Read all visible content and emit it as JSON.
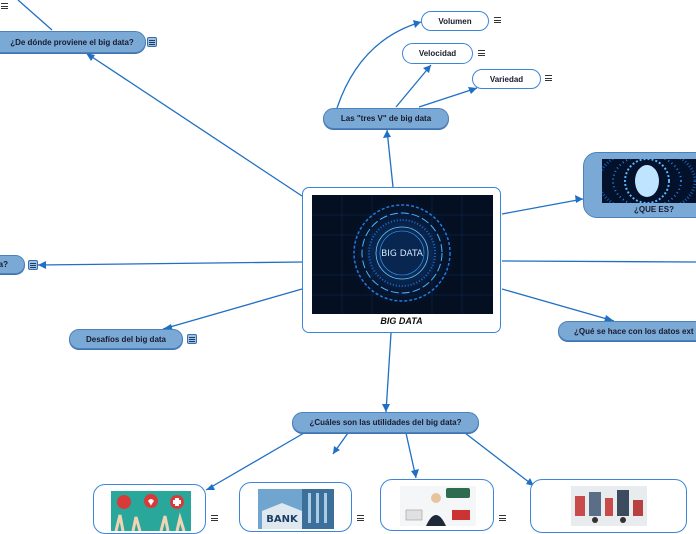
{
  "center": {
    "title": "BIG DATA",
    "image_text": "BIG DATA"
  },
  "nodes": {
    "de_donde": "¿De dónde proviene el big data?",
    "tres_v": "Las \"tres V\" de big data",
    "volumen": "Volumen",
    "velocidad": "Velocidad",
    "variedad": "Variedad",
    "que_es": "¿QUE ES?",
    "left_partial": "a?",
    "desafios": "Desafíos del big data",
    "que_se_hace": "¿Qué se hace con los datos ext",
    "utilidades": "¿Cuáles son las utilidades del big data?"
  },
  "images": {
    "bank_sign": "BANK"
  },
  "colors": {
    "accent_blue": "#3b86d8",
    "topic_fill": "#7aa9d6",
    "connector": "#1f6fc5"
  }
}
